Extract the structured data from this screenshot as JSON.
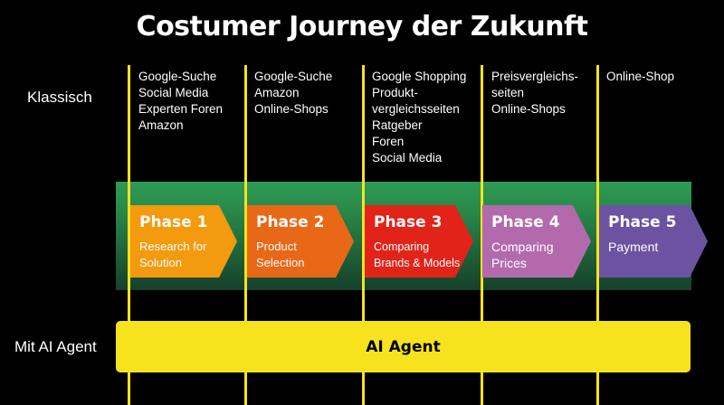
{
  "title": "Costumer Journey der Zukunft",
  "row_labels": {
    "classic": "Klassisch",
    "ai": "Mit AI Agent"
  },
  "classic_columns": [
    [
      "Google-Suche",
      "Social Media",
      "Experten Foren",
      "Amazon"
    ],
    [
      "Google-Suche",
      "Amazon",
      "Online-Shops"
    ],
    [
      "Google Shopping",
      "Produkt-",
      "vergleichsseiten",
      "Ratgeber",
      "Foren",
      "Social Media"
    ],
    [
      "Preisvergleichs-",
      "seiten",
      "Online-Shops"
    ],
    [
      "Online-Shop"
    ]
  ],
  "phases": [
    {
      "title": "Phase 1",
      "desc": [
        "Research for",
        "Solution"
      ],
      "color": "#f39a0e"
    },
    {
      "title": "Phase 2",
      "desc": [
        "Product",
        "Selection"
      ],
      "color": "#e96818"
    },
    {
      "title": "Phase 3",
      "desc": [
        "Comparing",
        "Brands & Models"
      ],
      "color": "#e2231a"
    },
    {
      "title": "Phase 4",
      "desc": [
        "Comparing",
        "Prices"
      ],
      "color": "#b36aad"
    },
    {
      "title": "Phase 5",
      "desc": [
        "Payment"
      ],
      "color": "#6c53a1"
    }
  ],
  "ai_bar_label": "AI Agent",
  "colors": {
    "background": "#000000",
    "accent_yellow": "#f6e31e",
    "band_green": "#2a8a4a"
  }
}
